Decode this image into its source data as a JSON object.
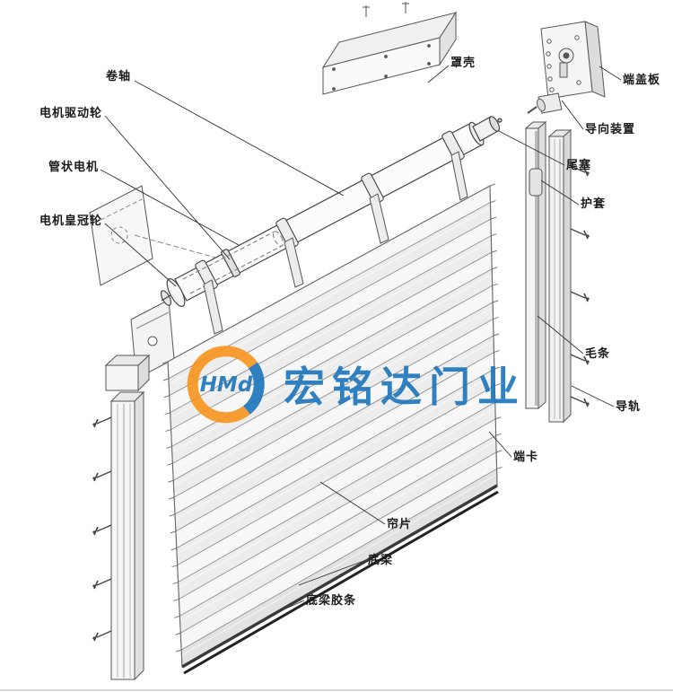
{
  "diagram": {
    "watermark": {
      "logo": "HMd",
      "company": "宏铭达门业",
      "orange": "#f7941d",
      "blue": "#1a75bc"
    },
    "slat_count": 18,
    "labels": [
      {
        "id": "roller-shaft",
        "text": "卷轴"
      },
      {
        "id": "motor-drive-wheel",
        "text": "电机驱动轮"
      },
      {
        "id": "tubular-motor",
        "text": "管状电机"
      },
      {
        "id": "motor-crown-wheel",
        "text": "电机皇冠轮"
      },
      {
        "id": "cover-shell",
        "text": "罩壳"
      },
      {
        "id": "end-cover-plate",
        "text": "端盖板"
      },
      {
        "id": "guide-device",
        "text": "导向装置"
      },
      {
        "id": "tail-plug",
        "text": "尾塞"
      },
      {
        "id": "protective-sleeve",
        "text": "护套"
      },
      {
        "id": "brush-strip",
        "text": "毛条"
      },
      {
        "id": "guide-rail",
        "text": "导轨"
      },
      {
        "id": "end-clip",
        "text": "端卡"
      },
      {
        "id": "curtain-slat",
        "text": "帘片"
      },
      {
        "id": "bottom-beam",
        "text": "底梁"
      },
      {
        "id": "bottom-beam-rubber-strip",
        "text": "底梁胶条"
      }
    ]
  }
}
